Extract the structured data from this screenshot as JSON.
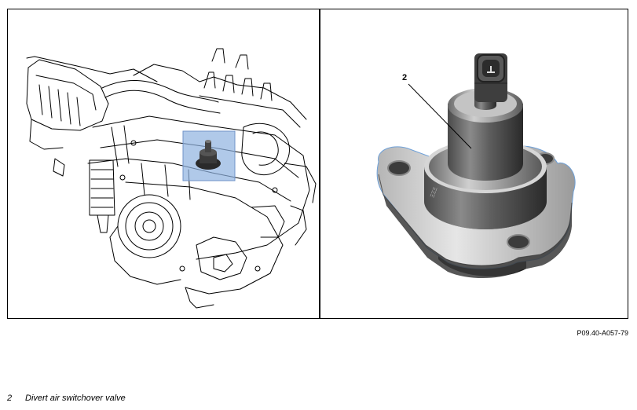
{
  "figure": {
    "callout_number": "2",
    "reference_code": "P09.40-A057-79",
    "highlight_color": "#8fb2e0",
    "line_color": "#000000"
  },
  "legend": {
    "items": [
      {
        "number": "2",
        "label": "Divert air switchover valve"
      }
    ]
  }
}
